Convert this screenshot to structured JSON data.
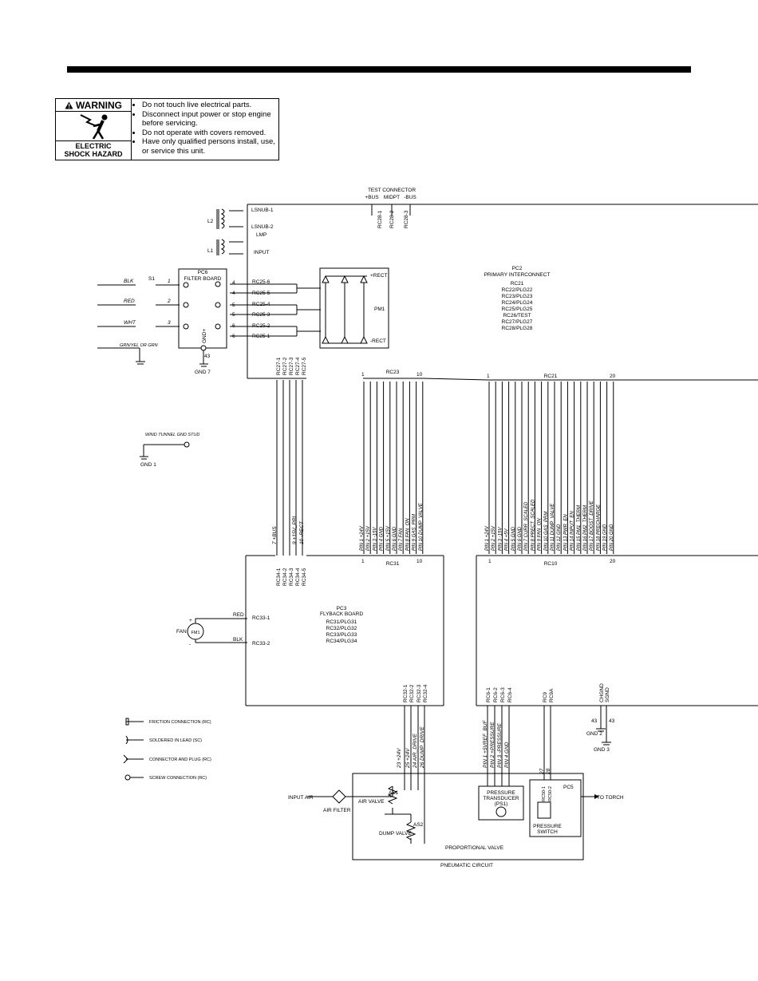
{
  "warning": {
    "title": "WARNING",
    "caption_line1": "ELECTRIC",
    "caption_line2": "SHOCK HAZARD",
    "items": [
      "Do not touch live electrical parts.",
      "Disconnect input power or stop engine before servicing.",
      "Do not operate with covers removed.",
      "Have only qualified persons install, use, or service this unit."
    ]
  },
  "test_connector": {
    "title": "TEST CONNECTOR",
    "pins": [
      "+BUS",
      "MIDPT",
      "-BUS"
    ],
    "refs": [
      "RC28-1",
      "RC28-2",
      "RC28-3"
    ]
  },
  "inductors": {
    "l2": "L2",
    "l1": "L1",
    "lsnub1": "LSNUB-1",
    "lsnub2": "LSNUB-2",
    "lmp": "LMP",
    "input": "INPUT"
  },
  "filter_board": {
    "title1": "PC6",
    "title2": "FILTER BOARD",
    "switch": "S1",
    "wires": [
      "BLK",
      "RED",
      "WHT"
    ],
    "wire_nums": [
      "1",
      "2",
      "3"
    ],
    "ground_wire": "GRN/YEL OR GRN",
    "gnd_label": "GND+",
    "gnd_num": "43",
    "gnd_name": "GND 7",
    "pins": [
      "4",
      "4",
      "5",
      "5",
      "6",
      "6"
    ],
    "rc25": [
      "RC25-6",
      "RC25-5",
      "RC25-4",
      "RC25-3",
      "RC25-2",
      "RC25-1"
    ]
  },
  "pm1": {
    "label": "PM1",
    "plus": "+RECT",
    "minus": "-RECT"
  },
  "pc2": {
    "title1": "PC2",
    "title2": "PRIMARY INTERCONNECT",
    "lines": [
      "RC21",
      "RC22/PLG22",
      "RC23/PLG23",
      "RC24/PLG24",
      "RC25/PLG25",
      "RC26/TEST",
      "RC27/PLG27",
      "RC28/PLG28"
    ]
  },
  "rc27": [
    "RC27-1",
    "RC27-2",
    "RC27-3",
    "RC27-4",
    "RC27-5"
  ],
  "rc23": {
    "label": "RC23",
    "first": "1",
    "last": "10"
  },
  "rc21": {
    "label": "RC21",
    "first": "1",
    "last": "20"
  },
  "wind_tunnel": {
    "label": "WIND TUNNEL GND STUD",
    "gnd": "GND 1"
  },
  "rc34_wires": [
    "7 +BUS",
    "9 +15V_PRI",
    "10 -RECT"
  ],
  "rc31_wires": [
    "PIN 1 +24V",
    "PIN 2 +15V",
    "PIN 3 -15V",
    "PIN 4 GND",
    "PIN 5 +15V",
    "PIN 6 GND",
    "PIN 7 FAN",
    "PIN 8 FAN_ON",
    "PIN 9 GAS_PRM",
    "PIN 10 DUMP_VALVE"
  ],
  "rc10_wires": [
    "PIN 1 +24V",
    "PIN 2 +15V",
    "PIN 3 -15V",
    "PIN 4 +5V",
    "PIN 5 GND",
    "PIN 6 GND",
    "PIN 7 CURR_SCALED",
    "PIN 8 PRECT_SCALED",
    "PIN 9 FAN_ON",
    "PIN 10 GAS_PRM",
    "PIN 11 DUMP_VALVE",
    "PIN 12 GND",
    "PIN 13 PWR_EN",
    "PIN 14 INPUT_EN",
    "PIN 15 PM1_THERM",
    "PIN 16 PM2_THERM",
    "PIN 17 BOOST_DRIVE",
    "PIN 18 PRECHARGE",
    "PIN 19 GND",
    "PIN 20 GND"
  ],
  "rc34": [
    "RC34-1",
    "RC34-2",
    "RC34-3",
    "RC34-4",
    "RC34-5"
  ],
  "rc31": {
    "label": "RC31",
    "first": "1",
    "last": "10"
  },
  "rc10": {
    "label": "RC10",
    "first": "1",
    "last": "20"
  },
  "pc3": {
    "title1": "PC3",
    "title2": "FLYBACK BOARD",
    "lines": [
      "RC31/PLG31",
      "RC32/PLG32",
      "RC33/PLG33",
      "RC34/PLG34"
    ]
  },
  "fan": {
    "label": "FAN",
    "motor": "FM1",
    "red": "RED",
    "blk": "BLK",
    "rc1": "RC33-1",
    "rc2": "RC33-2",
    "plus": "+",
    "minus": "-"
  },
  "rc32": [
    "RC32-1",
    "RC32-2",
    "RC32-3",
    "RC32-4"
  ],
  "rc32_wires": [
    "23 +24V",
    "25 +24V",
    "24 AIR_DRIVE",
    "26 DUMP_DRIVE"
  ],
  "rc6": [
    "RC6-1",
    "RC6-2",
    "RC6-3",
    "RC6-4"
  ],
  "rc6_wires": [
    "PIN 1 +5VREF_BUF",
    "PIN 2 +PRESSURE",
    "PIN 3 -PRESSURE",
    "PIN 4 GND"
  ],
  "rc9": [
    "RC9",
    "RC9A"
  ],
  "rc9_wires": [
    "27",
    "28"
  ],
  "chgnd": [
    "CHGND",
    "SGND"
  ],
  "gnd2": {
    "num": "43",
    "name": "GND 2"
  },
  "gnd3": {
    "num": "43",
    "name": "GND 3"
  },
  "legend": [
    "FRICTION CONNECTION (RC)",
    "SOLDERED IN LEAD (SC)",
    "CONNECTOR AND PLUG (RC)",
    "SCREW CONNECTION (RC)"
  ],
  "pneumatic": {
    "input_air": "INPUT AIR",
    "air_filter": "AIR FILTER",
    "as1": "AS1",
    "air_valve": "AIR VALVE",
    "as2": "AS2",
    "dump_valve": "DUMP VALVE",
    "prop_valve": "PROPORTIONAL VALVE",
    "circuit": "PNEUMATIC CIRCUIT",
    "transducer1": "PRESSURE",
    "transducer2": "TRANSDUCER",
    "transducer3": "(PS1)",
    "pc5": "PC5",
    "rc50": [
      "RC50-1",
      "RC50-2"
    ],
    "switch1": "PRESSURE",
    "switch2": "SWITCH",
    "to_torch": "TO TORCH"
  }
}
